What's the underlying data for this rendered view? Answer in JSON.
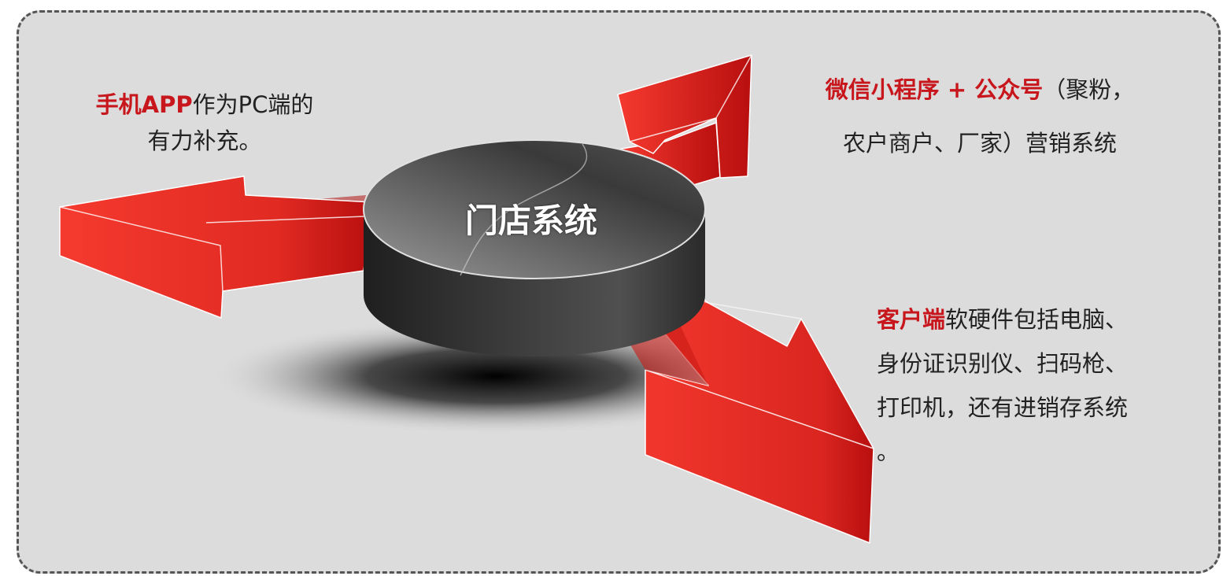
{
  "hub": {
    "label": "门店系统"
  },
  "branches": {
    "app": {
      "highlight": "手机APP",
      "rest": "作为PC端的",
      "line2": "有力补充。"
    },
    "wechat": {
      "highlight": "微信小程序 + 公众号",
      "rest": "（聚粉，",
      "line2": "农户商户、厂家）营销系统"
    },
    "client": {
      "highlight": "客户端",
      "rest": "软硬件包括电脑、",
      "line2": "身份证识别仪、扫码枪、",
      "line3": "打印机，还有进销存系统",
      "line4": "。"
    }
  },
  "colors": {
    "arrow_light": "#f53a2f",
    "arrow_dark": "#b80f0f",
    "highlight_text": "#c8161d",
    "panel_bg": "#dcdcdc",
    "panel_border": "#555555"
  }
}
